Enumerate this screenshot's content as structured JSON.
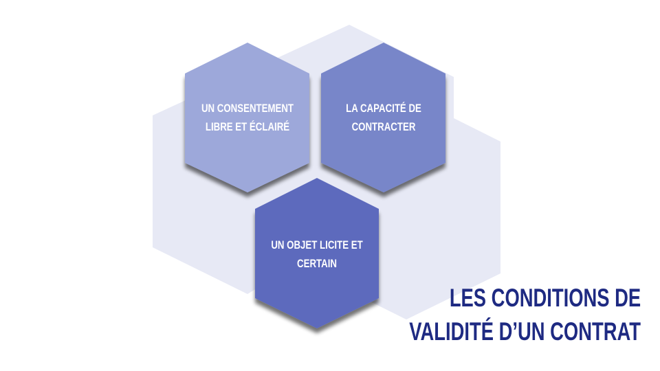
{
  "colors": {
    "background_hex": "#e7e9f5",
    "hex_1": "#9da8da",
    "hex_2": "#7886c9",
    "hex_3": "#5d6abd",
    "title": "#1e2a82"
  },
  "hexagons": [
    {
      "line1": "UN CONSENTEMENT",
      "line2": "LIBRE ET ÉCLAIRÉ"
    },
    {
      "line1": "LA CAPACITÉ DE",
      "line2": "CONTRACTER"
    },
    {
      "line1": "UN OBJET LICITE ET",
      "line2": "CERTAIN"
    }
  ],
  "title": {
    "line1": "LES CONDITIONS DE",
    "line2": "VALIDITÉ D’UN CONTRAT"
  }
}
